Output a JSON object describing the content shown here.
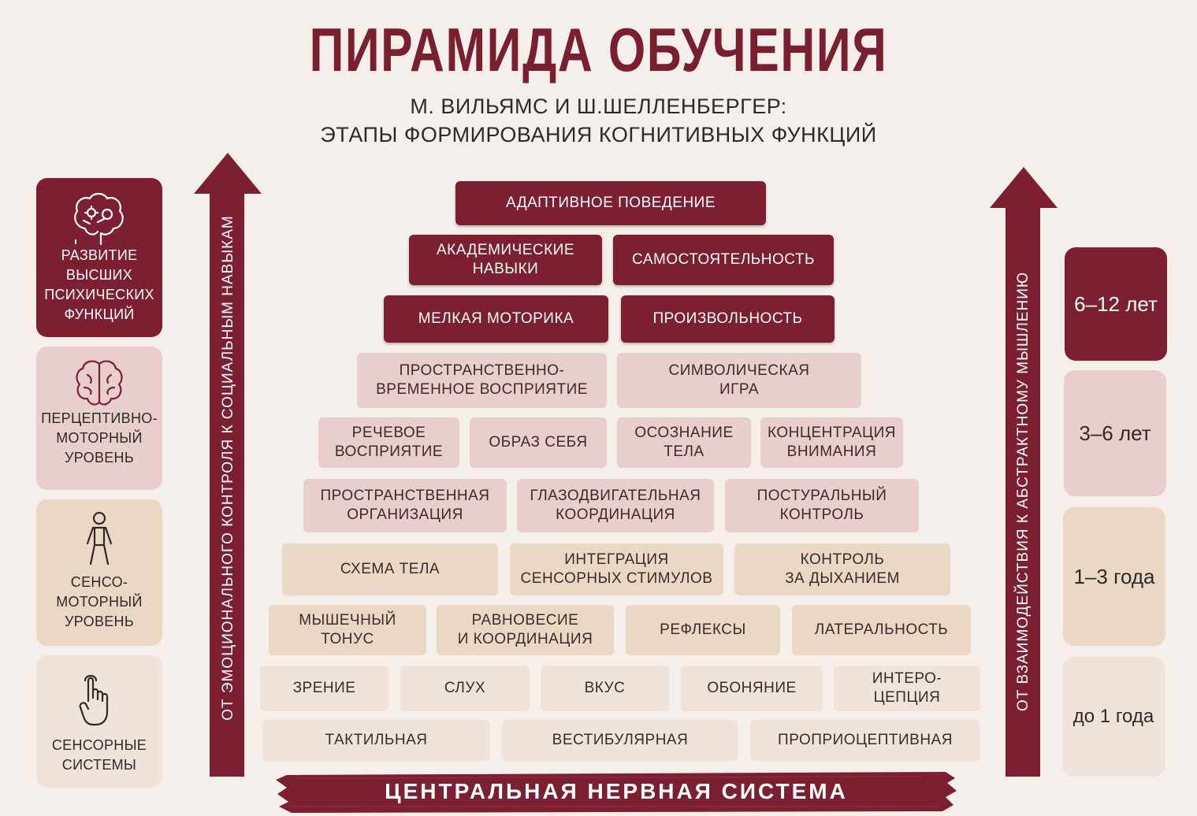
{
  "title": "ПИРАМИДА ОБУЧЕНИЯ",
  "subtitle_line1": "М. ВИЛЬЯМС И Ш.ШЕЛЛЕНБЕРГЕР:",
  "subtitle_line2": "ЭТАПЫ ФОРМИРОВАНИЯ КОГНИТИВНЫХ ФУНКЦИЙ",
  "colors": {
    "dark": "#7b1f31",
    "pink": "#e8cfcd",
    "tan": "#ead8c4",
    "light": "#efe3da",
    "background": "#f4efea"
  },
  "pyramid": {
    "row1": [
      "АДАПТИВНОЕ ПОВЕДЕНИЕ"
    ],
    "row2": [
      "АКАДЕМИЧЕСКИЕ\nНАВЫКИ",
      "САМОСТОЯТЕЛЬНОСТЬ"
    ],
    "row3": [
      "МЕЛКАЯ МОТОРИКА",
      "ПРОИЗВОЛЬНОСТЬ"
    ],
    "row4": [
      "ПРОСТРАНСТВЕННО-\nВРЕМЕННОЕ ВОСПРИЯТИЕ",
      "СИМВОЛИЧЕСКАЯ\nИГРА"
    ],
    "row5": [
      "РЕЧЕВОЕ\nВОСПРИЯТИЕ",
      "ОБРАЗ СЕБЯ",
      "ОСОЗНАНИЕ\nТЕЛА",
      "КОНЦЕНТРАЦИЯ\nВНИМАНИЯ"
    ],
    "row6": [
      "ПРОСТРАНСТВЕННАЯ\nОРГАНИЗАЦИЯ",
      "ГЛАЗОДВИГАТЕЛЬНАЯ\nКООРДИНАЦИЯ",
      "ПОСТУРАЛЬНЫЙ\nКОНТРОЛЬ"
    ],
    "row7": [
      "СХЕМА ТЕЛА",
      "ИНТЕГРАЦИЯ\nСЕНСОРНЫХ СТИМУЛОВ",
      "КОНТРОЛЬ\nЗА ДЫХАНИЕМ"
    ],
    "row8": [
      "МЫШЕЧНЫЙ\nТОНУС",
      "РАВНОВЕСИЕ\nИ КООРДИНАЦИЯ",
      "РЕФЛЕКСЫ",
      "ЛАТЕРАЛЬНОСТЬ"
    ],
    "row9": [
      "ЗРЕНИЕ",
      "СЛУХ",
      "ВКУС",
      "ОБОНЯНИЕ",
      "ИНТЕРО-\nЦЕПЦИЯ"
    ],
    "row10": [
      "ТАКТИЛЬНАЯ",
      "ВЕСТИБУЛЯРНАЯ",
      "ПРОПРИОЦЕПТИВНАЯ"
    ]
  },
  "base": "ЦЕНТРАЛЬНАЯ НЕРВНАЯ СИСТЕМА",
  "left_arrow": "ОТ ЭМОЦИОНАЛЬНОГО КОНТРОЛЯ К СОЦИАЛЬНЫМ НАВЫКАМ",
  "right_arrow": "ОТ ВЗАИМОДЕЙСТВИЯ К АБСТРАКТНОМУ МЫШЛЕНИЮ",
  "levels": [
    {
      "label": "РАЗВИТИЕ\nВЫСШИХ\nПСИХИЧЕСКИХ\nФУНКЦИЙ",
      "icon": "brain-gears-icon"
    },
    {
      "label": "ПЕРЦЕПТИВНО-\nМОТОРНЫЙ\nУРОВЕНЬ",
      "icon": "brain-icon"
    },
    {
      "label": "СЕНСО-\nМОТОРНЫЙ\nУРОВЕНЬ",
      "icon": "person-icon"
    },
    {
      "label": "СЕНСОРНЫЕ\nСИСТЕМЫ",
      "icon": "touch-hand-icon"
    }
  ],
  "ages": [
    "6–12 лет",
    "3–6 лет",
    "1–3 года",
    "до 1 года"
  ]
}
